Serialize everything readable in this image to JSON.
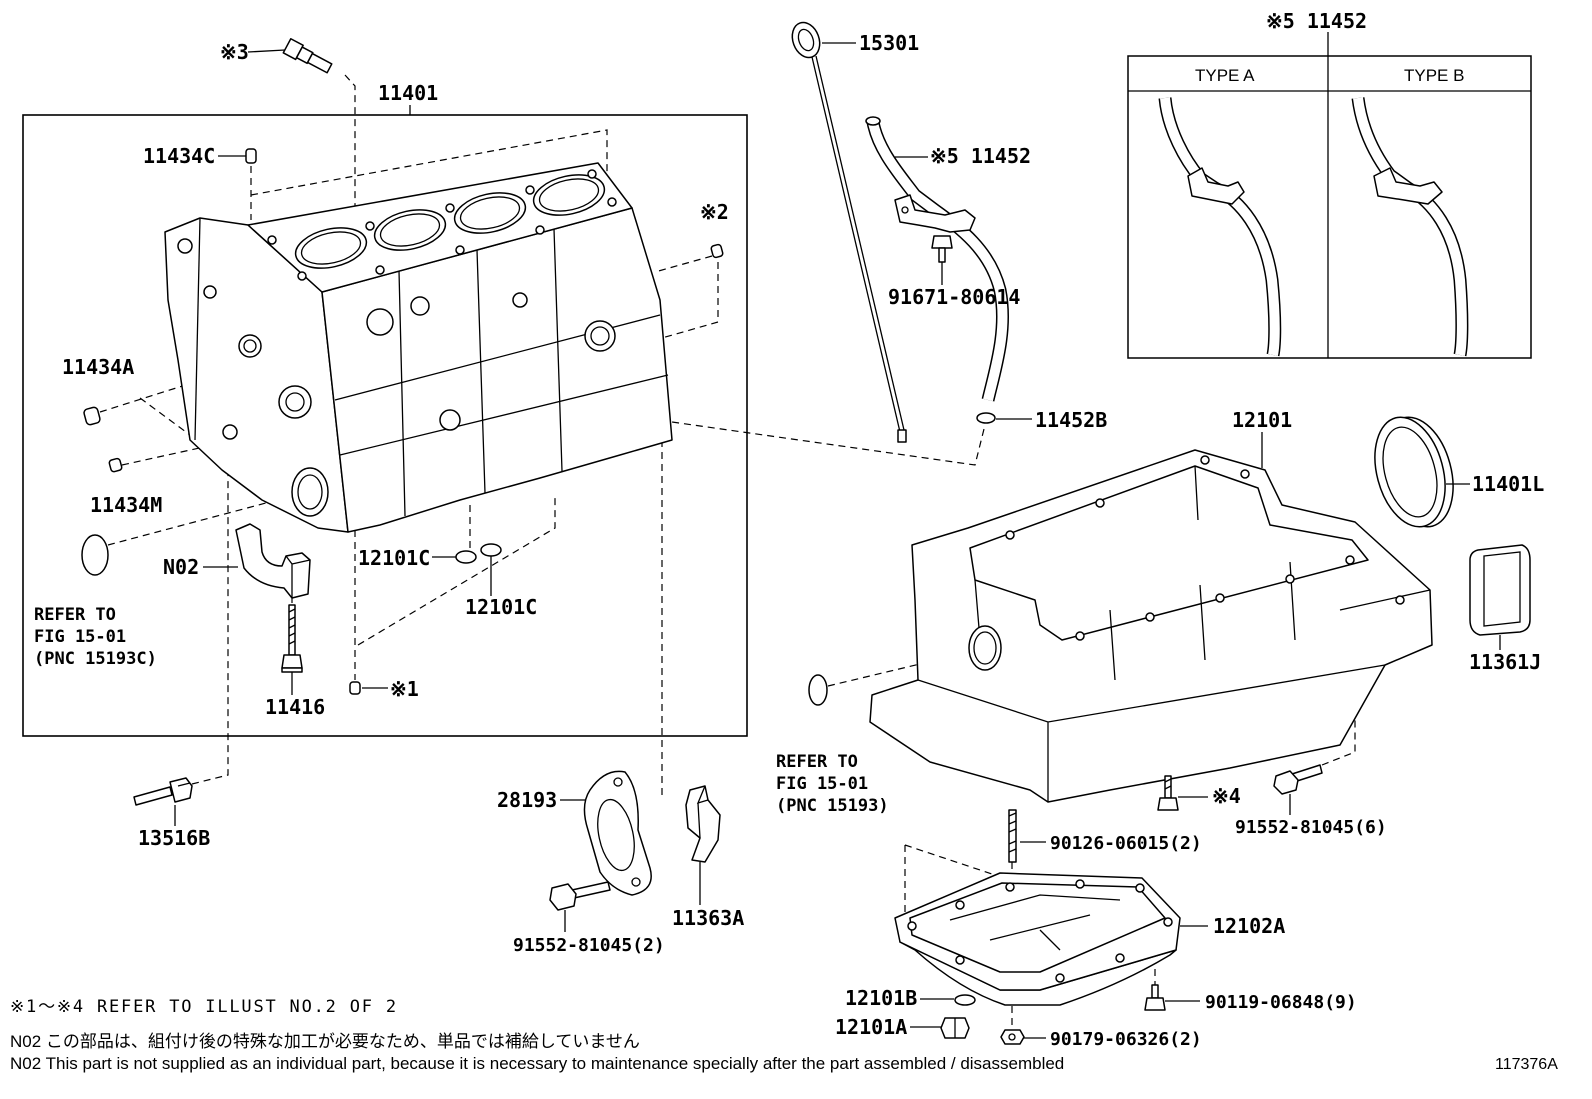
{
  "figure_id": "117376A",
  "callouts": {
    "sensor_ref": "※3",
    "cylinder_block": "11401",
    "pin_11434c": "11434C",
    "pin_ref_2": "※2",
    "pin_11434a": "11434A",
    "pin_11434m": "11434M",
    "bearing_cap": "N02",
    "oring_block_ref": [
      "REFER TO",
      "FIG 15-01",
      "(PNC 15193C)"
    ],
    "oring_12101c_upper": "12101C",
    "oring_12101c_lower": "12101C",
    "bolt_11416": "11416",
    "pin_ref_1": "※1",
    "part_13516b": "13516B",
    "gasket_28193": "28193",
    "bolt_91552_2": "91552-81045(2)",
    "bracket_11363a": "11363A",
    "dipstick": "15301",
    "guide_tube": "※5 11452",
    "bolt_91671": "91671-80614",
    "oring_11452b": "11452B",
    "oil_pan_upper": "12101",
    "oil_seal": "11401L",
    "cover_11361j": "11361J",
    "oring_pan_ref": [
      "REFER TO",
      "FIG 15-01",
      "(PNC 15193)"
    ],
    "bolt_ref_4": "※4",
    "bolt_91552_6": "91552-81045(6)",
    "stud_90126": "90126-06015(2)",
    "oil_pan_lower": "12102A",
    "gasket_12101b": "12101B",
    "bolt_90119": "90119-06848(9)",
    "plug_12101a": "12101A",
    "nut_90179": "90179-06326(2)"
  },
  "type_box": {
    "title": "※5 11452",
    "type_a": "TYPE A",
    "type_b": "TYPE B"
  },
  "notes": [
    "※1～※4 REFER TO ILLUST NO.2 OF 2",
    "N02 この部品は、組付け後の特殊な加工が必要なため、単品では補給していません",
    "N02 This part is not supplied as an individual part, because it is necessary to maintenance specially after the part assembled / disassembled"
  ]
}
